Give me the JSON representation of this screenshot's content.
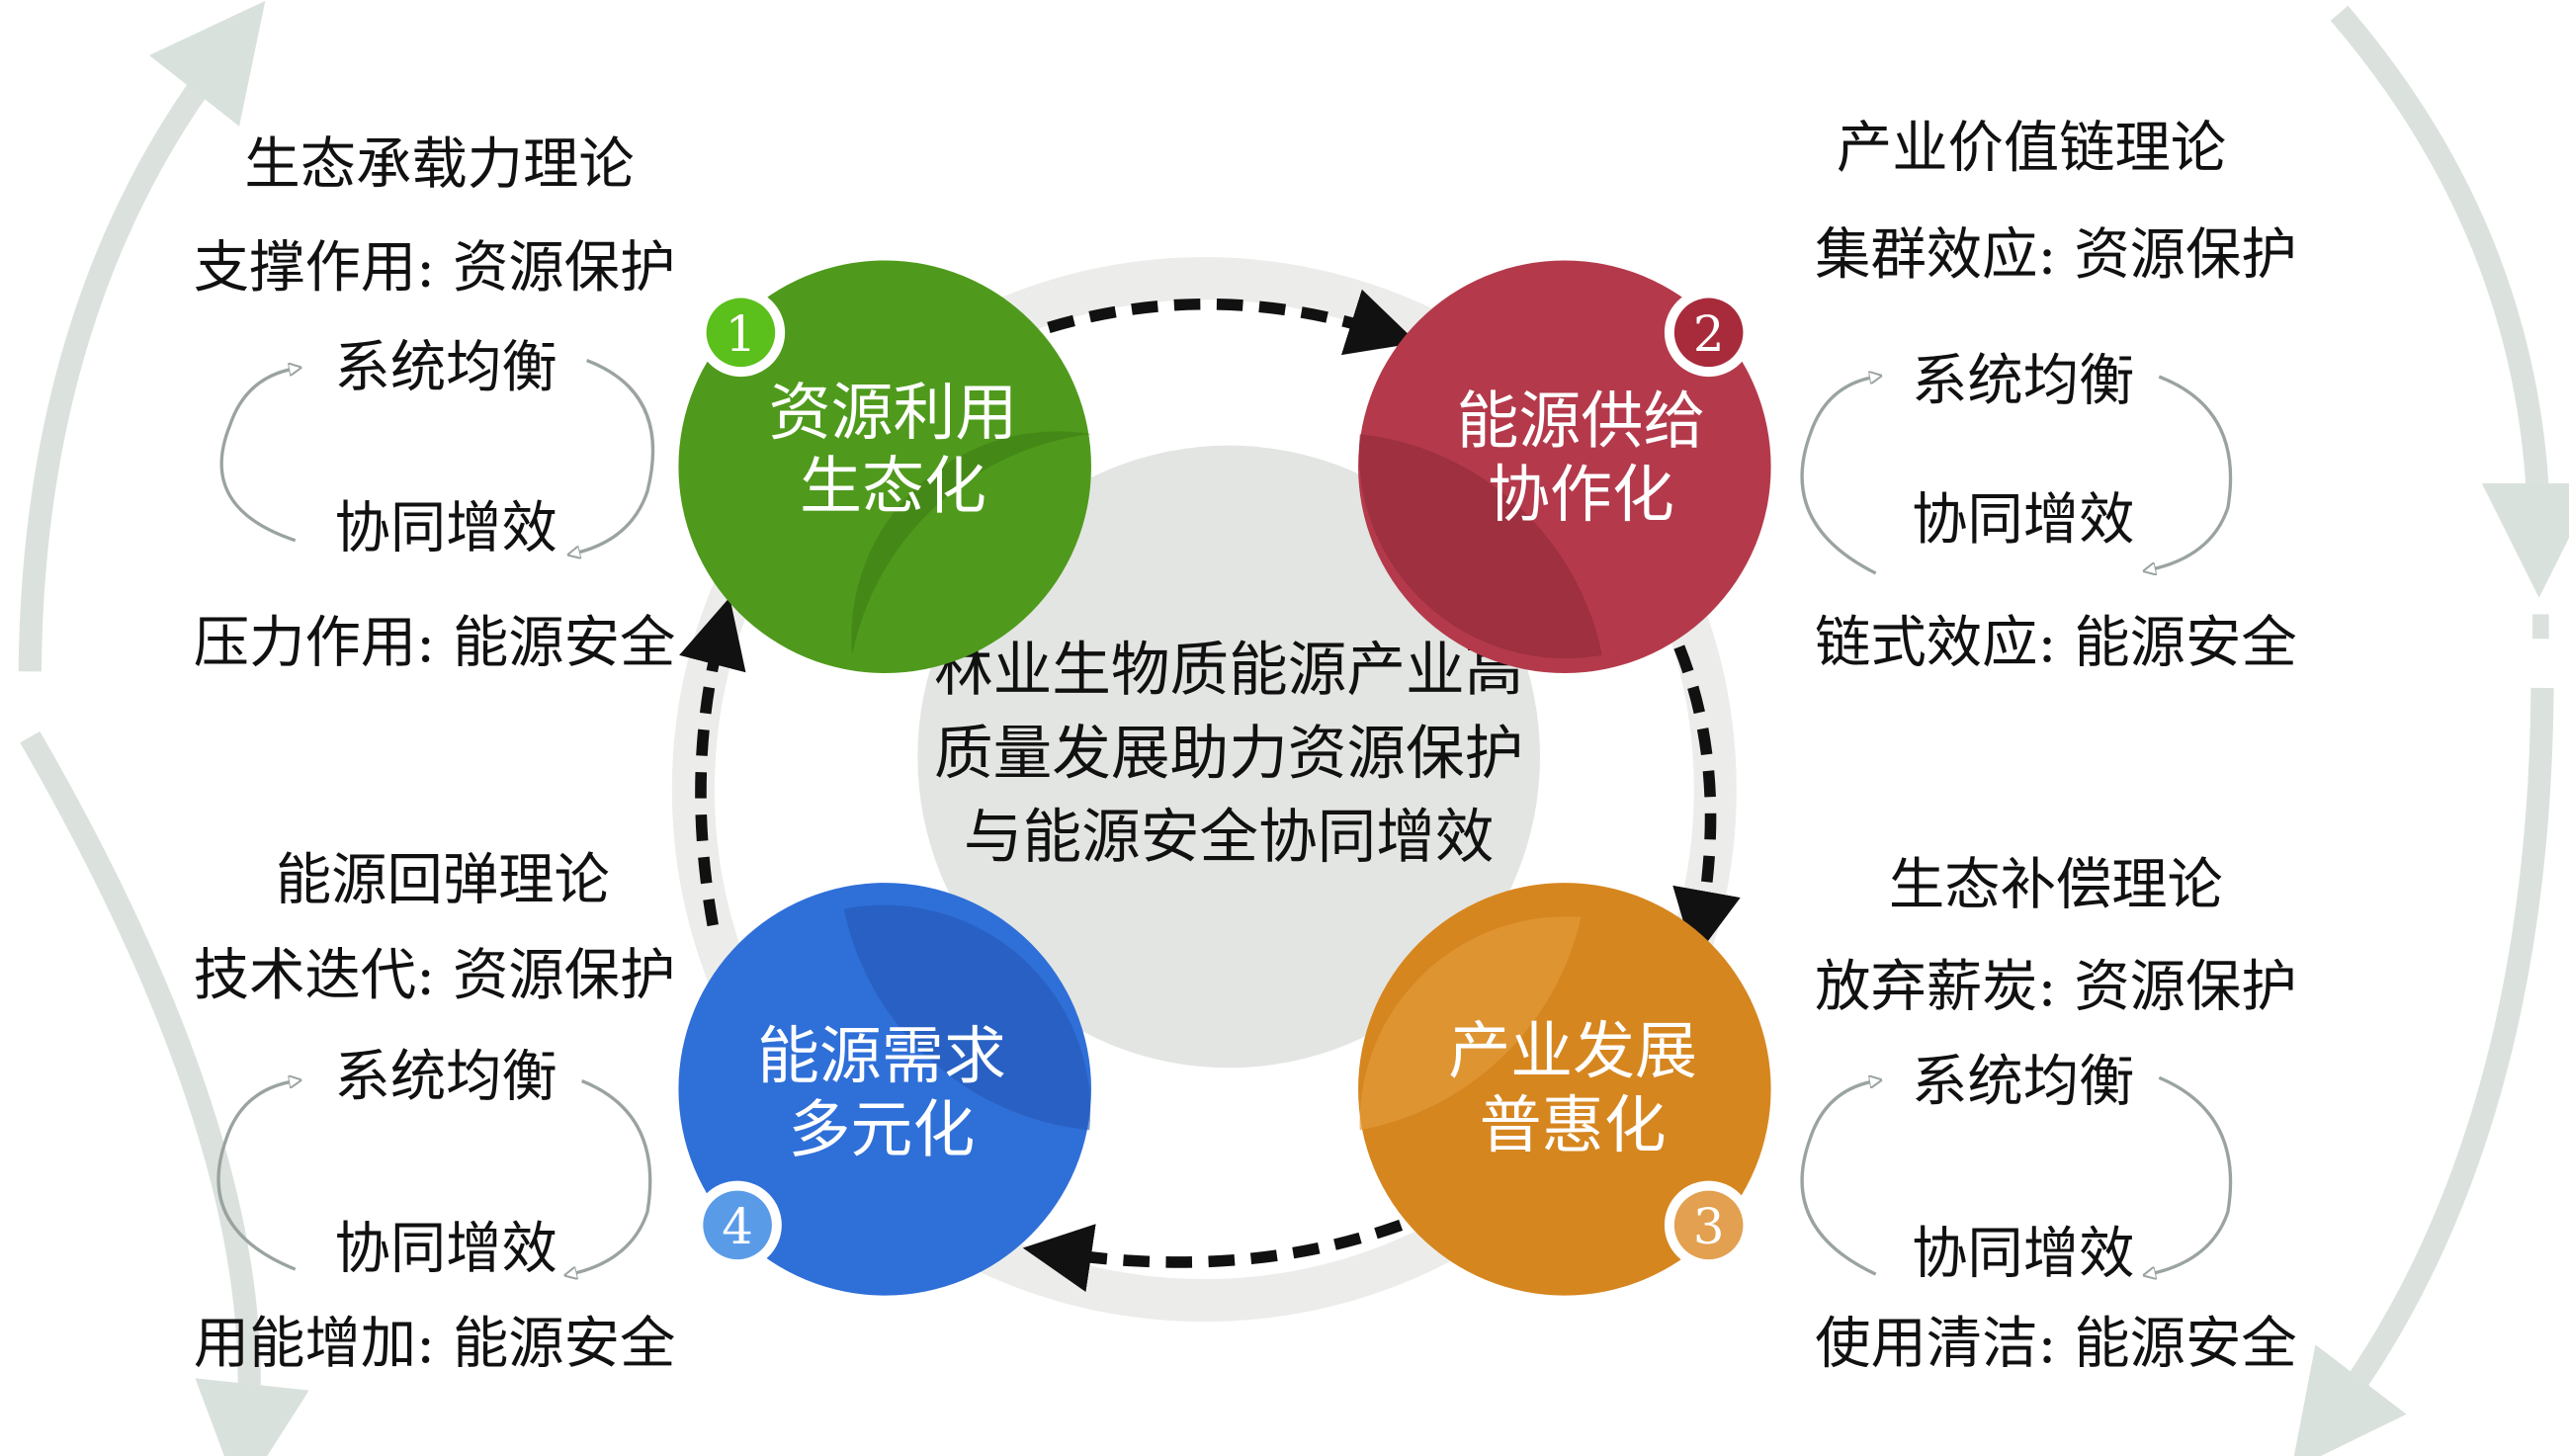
{
  "center": {
    "lines": [
      "林业生物质能源产业高",
      "质量发展助力资源保护",
      "与能源安全协同增效"
    ]
  },
  "circles": [
    {
      "number": "1",
      "lines": [
        "资源利用",
        "生态化"
      ],
      "color": "#4f9a1c"
    },
    {
      "number": "2",
      "lines": [
        "能源供给",
        "协作化"
      ],
      "color": "#b43a4b"
    },
    {
      "number": "3",
      "lines": [
        "产业发展",
        "普惠化"
      ],
      "color": "#d6861f"
    },
    {
      "number": "4",
      "lines": [
        "能源需求",
        "多元化"
      ],
      "color": "#2f6fd8"
    }
  ],
  "theories": {
    "top_left": {
      "title": "生态承载力理论",
      "top": "支撑作用: 资源保护",
      "cycle_a": "系统均衡",
      "cycle_b": "协同增效",
      "bottom": "压力作用: 能源安全"
    },
    "top_right": {
      "title": "产业价值链理论",
      "top": "集群效应: 资源保护",
      "cycle_a": "系统均衡",
      "cycle_b": "协同增效",
      "bottom": "链式效应: 能源安全"
    },
    "bottom_left": {
      "title": "能源回弹理论",
      "top": "技术迭代: 资源保护",
      "cycle_a": "系统均衡",
      "cycle_b": "协同增效",
      "bottom": "用能增加: 能源安全"
    },
    "bottom_right": {
      "title": "生态补偿理论",
      "top": "放弃薪炭: 资源保护",
      "cycle_a": "系统均衡",
      "cycle_b": "协同增效",
      "bottom": "使用清洁: 能源安全"
    }
  }
}
